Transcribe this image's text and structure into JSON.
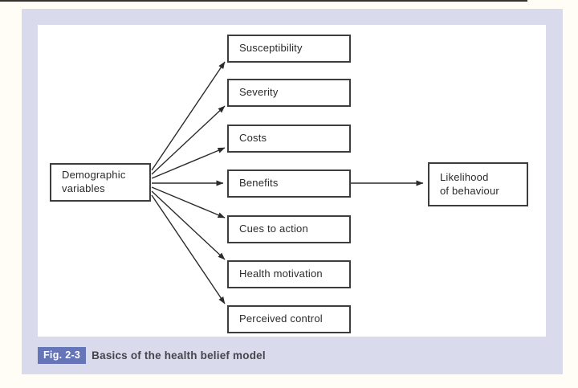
{
  "caption": {
    "badge": "Fig. 2-3",
    "text": "Basics of the health belief model"
  },
  "diagram": {
    "source": {
      "line1": "Demographic",
      "line2": "variables"
    },
    "factors": [
      "Susceptibility",
      "Severity",
      "Costs",
      "Benefits",
      "Cues to action",
      "Health motivation",
      "Perceived control"
    ],
    "outcome": {
      "line1": "Likelihood",
      "line2": "of behaviour"
    },
    "edges": [
      {
        "from": "Demographic variables",
        "to": "Susceptibility"
      },
      {
        "from": "Demographic variables",
        "to": "Severity"
      },
      {
        "from": "Demographic variables",
        "to": "Costs"
      },
      {
        "from": "Demographic variables",
        "to": "Benefits"
      },
      {
        "from": "Demographic variables",
        "to": "Cues to action"
      },
      {
        "from": "Demographic variables",
        "to": "Health motivation"
      },
      {
        "from": "Demographic variables",
        "to": "Perceived control"
      },
      {
        "from": "Benefits",
        "to": "Likelihood of behaviour"
      }
    ]
  },
  "colors": {
    "frame": "#d9daeb",
    "panel": "#ffffff",
    "box_border": "#3d3d3d",
    "arrow": "#2b2b2b",
    "badge_bg": "#6674b8",
    "badge_text": "#ffffff",
    "caption_text": "#45454e"
  }
}
